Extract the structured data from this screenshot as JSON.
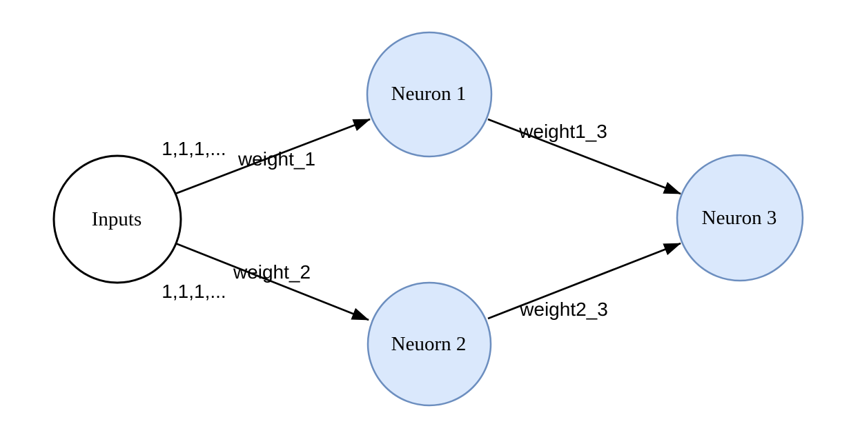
{
  "diagram": {
    "type": "neural-network-diagram",
    "colors": {
      "node_fill": "#dae8fc",
      "node_stroke": "#6c8ebf",
      "input_fill": "#ffffff",
      "input_stroke": "#000000",
      "edge": "#000000",
      "text": "#000000",
      "background": "#ffffff"
    },
    "nodes": {
      "inputs": {
        "label": "Inputs"
      },
      "neuron1": {
        "label": "Neuron 1"
      },
      "neuron2": {
        "label": "Neuorn 2"
      },
      "neuron3": {
        "label": "Neuron 3"
      }
    },
    "edges": {
      "inputs_to_neuron1": {
        "label": "weight_1",
        "from": "Inputs",
        "to": "Neuron 1"
      },
      "inputs_to_neuron2": {
        "label": "weight_2",
        "from": "Inputs",
        "to": "Neuorn 2"
      },
      "neuron1_to_neuron3": {
        "label": "weight1_3",
        "from": "Neuron 1",
        "to": "Neuron 3"
      },
      "neuron2_to_neuron3": {
        "label": "weight2_3",
        "from": "Neuorn 2",
        "to": "Neuron 3"
      }
    },
    "annotations": {
      "input_stream_top": {
        "label": "1,1,1,..."
      },
      "input_stream_bottom": {
        "label": "1,1,1,..."
      }
    }
  }
}
